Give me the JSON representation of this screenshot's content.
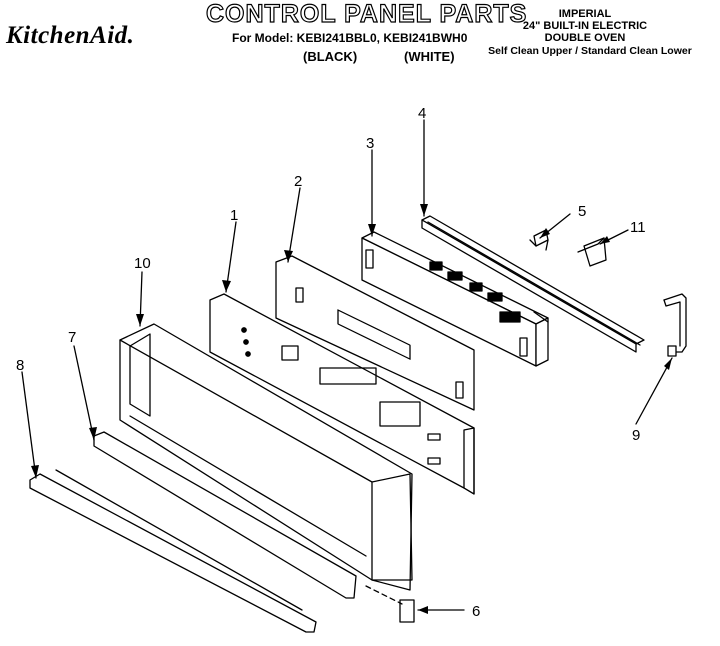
{
  "header": {
    "brand": "KitchenAid.",
    "title": "CONTROL PANEL PARTS",
    "model_line": "For Model: KEBI241BBL0, KEBI241BWH0",
    "black": "(BLACK)",
    "white": "(WHITE)",
    "imperial": "IMPERIAL",
    "built_in": "24\" BUILT-IN ELECTRIC",
    "double_oven": "DOUBLE OVEN",
    "clean": "Self Clean Upper / Standard Clean Lower"
  },
  "callouts": {
    "c1": "1",
    "c2": "2",
    "c3": "3",
    "c4": "4",
    "c5": "5",
    "c6": "6",
    "c7": "7",
    "c8": "8",
    "c9": "9",
    "c10": "10",
    "c11": "11"
  }
}
